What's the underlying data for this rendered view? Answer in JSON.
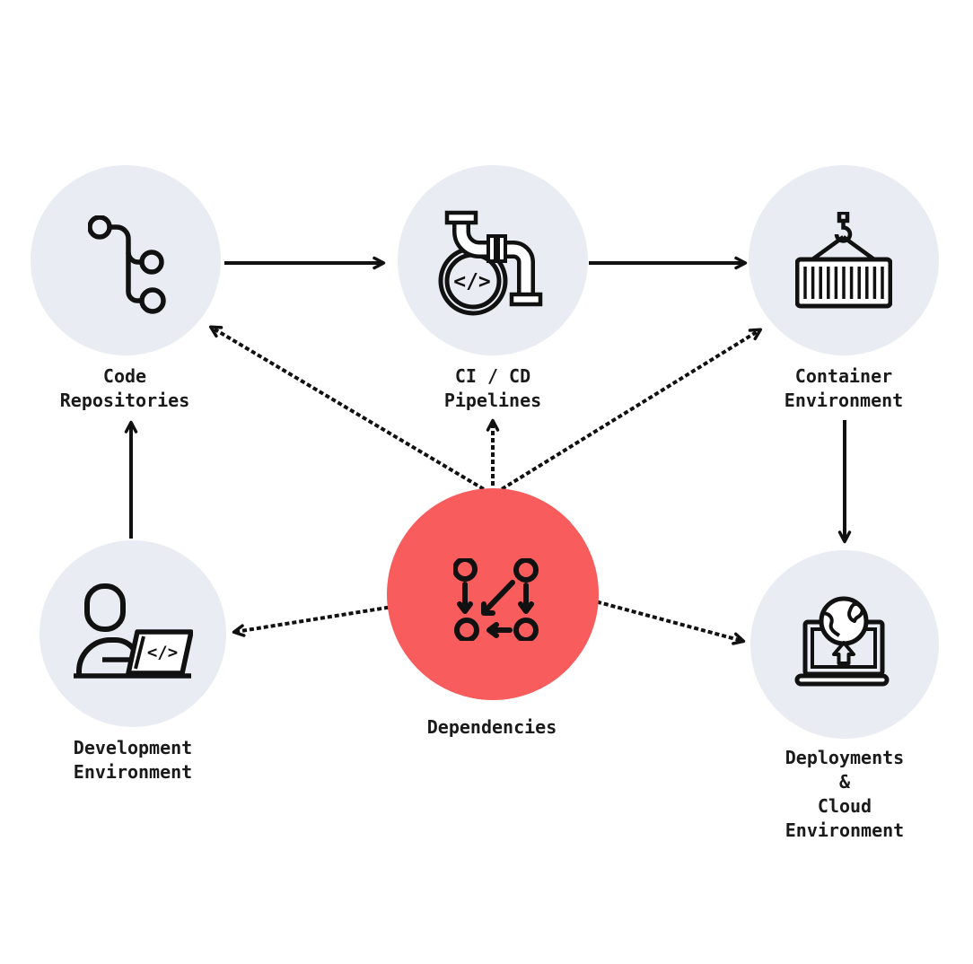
{
  "diagram": {
    "name": "software-supply-chain",
    "nodes": [
      {
        "id": "code-repositories",
        "label": "Code\nRepositories",
        "icon": "git-branch-icon",
        "fill": "#E9ECF2"
      },
      {
        "id": "cicd-pipelines",
        "label": "CI / CD\nPipelines",
        "icon": "pipeline-icon",
        "fill": "#E9ECF2"
      },
      {
        "id": "container-environment",
        "label": "Container\nEnvironment",
        "icon": "container-crane-icon",
        "fill": "#E9ECF2"
      },
      {
        "id": "development-environment",
        "label": "Development\nEnvironment",
        "icon": "developer-laptop-icon",
        "fill": "#E9ECF2"
      },
      {
        "id": "dependencies",
        "label": "Dependencies",
        "icon": "dependency-graph-icon",
        "fill": "#F85C5C",
        "highlight": true
      },
      {
        "id": "deployments-cloud-environment",
        "label": "Deployments &\nCloud Environment",
        "icon": "globe-laptop-upload-icon",
        "fill": "#E9ECF2"
      }
    ],
    "edges": [
      {
        "from": "code-repositories",
        "to": "cicd-pipelines",
        "style": "solid"
      },
      {
        "from": "cicd-pipelines",
        "to": "container-environment",
        "style": "solid"
      },
      {
        "from": "development-environment",
        "to": "code-repositories",
        "style": "solid"
      },
      {
        "from": "container-environment",
        "to": "deployments-cloud-environment",
        "style": "solid"
      },
      {
        "from": "dependencies",
        "to": "code-repositories",
        "style": "dotted"
      },
      {
        "from": "dependencies",
        "to": "cicd-pipelines",
        "style": "dotted"
      },
      {
        "from": "dependencies",
        "to": "container-environment",
        "style": "dotted"
      },
      {
        "from": "dependencies",
        "to": "development-environment",
        "style": "dotted"
      },
      {
        "from": "dependencies",
        "to": "deployments-cloud-environment",
        "style": "dotted"
      }
    ]
  },
  "glyphs": {
    "code": "</>"
  },
  "colors": {
    "background": "#ffffff",
    "node_fill": "#E9ECF2",
    "highlight_fill": "#F85C5C",
    "stroke": "#111111",
    "text": "#1a1a1a"
  }
}
